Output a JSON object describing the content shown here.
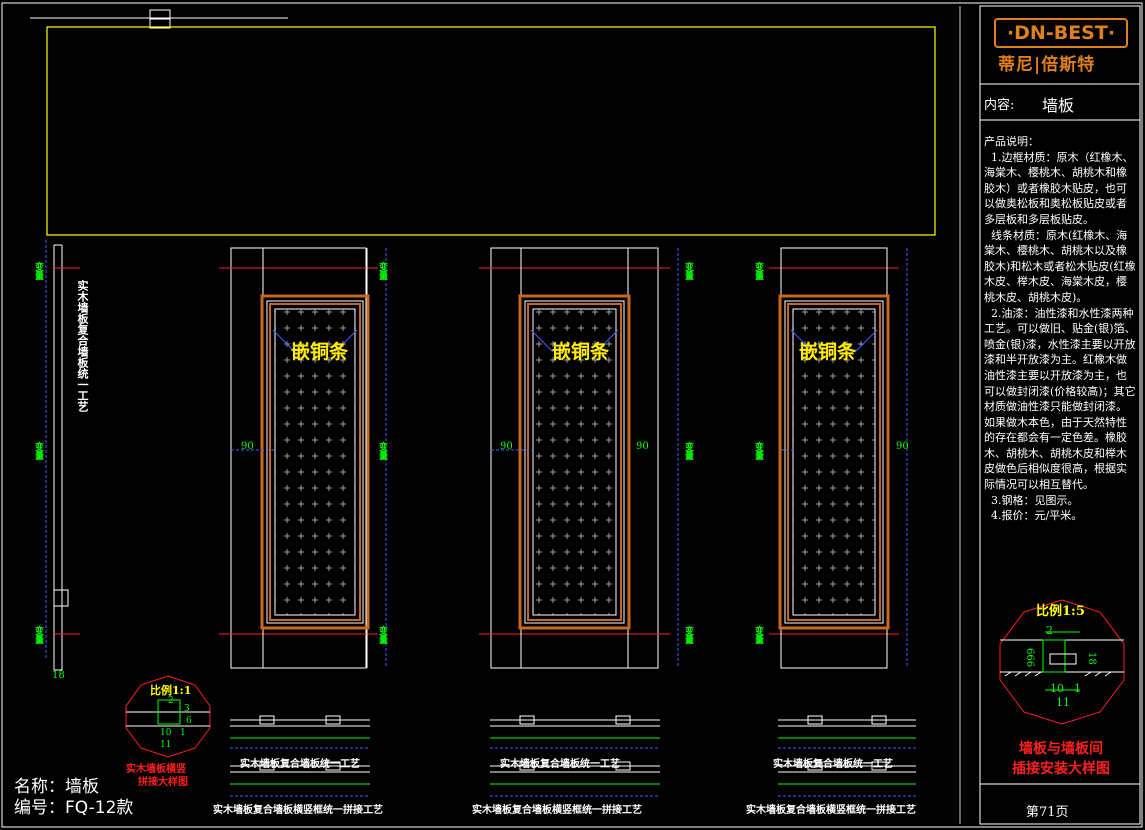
{
  "logo": {
    "brand": "·DN-BEST·",
    "chinese": "蒂尼|倍斯特"
  },
  "info": {
    "content_label": "内容:",
    "content_value": "墙板",
    "description": "产品说明：\n  1.边框材质：原木（红橡木、海棠木、樱桃木、胡桃木和橡胶木）或者橡胶木贴皮，也可以做奥松板和奥松板贴皮或者多层板和多层板贴皮。\n  线条材质：原木(红橡木、海棠木、樱桃木、胡桃木以及橡胶木)和松木或者松木贴皮(红橡木皮、榉木皮、海棠木皮，樱桃木皮、胡桃木皮)。\n  2.油漆：油性漆和水性漆两种工艺。可以做旧、贴金(银)箔、喷金(银)漆，水性漆主要以开放漆和半开放漆为主。红橡木做油性漆主要以开放漆为主，也可以做封闭漆(价格较高)；其它材质做油性漆只能做封闭漆。如果做木本色，由于天然特性的存在都会有一定色差。橡胶木、胡桃木、胡桃木皮和榉木皮做色后相似度很高，根据实际情况可以相互替代。\n  3.钢格：见图示。\n  4.报价：元/平米。",
    "join_title_1": "墙板与墙板间",
    "join_title_2": "插接安装大样图",
    "page": "第71页"
  },
  "name_block": {
    "name": "名称：墙板",
    "code": "编号：FQ-12款"
  },
  "labels": {
    "inlay": "嵌铜条",
    "side_title": "实木墙板复合墙板统一工艺",
    "scale_big": "比例1:5",
    "scale_small": "比例1:1",
    "small_detail_red_1": "实木墙板横竖",
    "small_detail_red_2": "拼接大样图",
    "dim_90": "90",
    "dim_var": "变量",
    "dim_18": "18",
    "big_detail_dims": {
      "d2": "2",
      "d666": "666",
      "d18": "18",
      "d10": "10",
      "d1": "1",
      "d11": "11"
    },
    "small_detail_dims": {
      "d2": "2",
      "d3": "3",
      "d6": "6",
      "d10": "10",
      "d1": "1",
      "d11": "11"
    }
  },
  "captions": {
    "c1": "实木墙板复合墙板统一工艺",
    "c2": "实木墙板复合墙板横竖框统一拼接工艺",
    "c3": "实木墙板复合墙板统一工艺",
    "c4": "实木墙板复合墙板横竖框统一拼接工艺",
    "c5": "实木墙板复合墙板统一工艺",
    "c6": "实木墙板复合墙板横竖框统一拼接工艺"
  },
  "colors": {
    "frame": "#c8681e",
    "panel_border": "#ffffff",
    "yellow": "#ffff00",
    "green": "#00ff00",
    "red": "#ff2020",
    "blue": "#4060ff"
  }
}
